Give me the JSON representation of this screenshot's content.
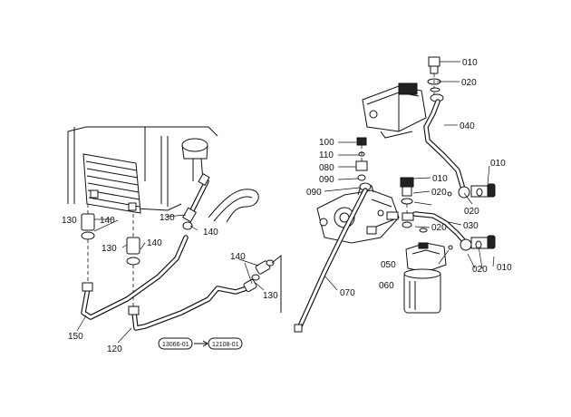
{
  "part_labels": {
    "p010a": "010",
    "p020a": "020",
    "p040": "040",
    "p100": "100",
    "p110": "110",
    "p080": "080",
    "p090a": "090",
    "p090b": "090",
    "p010b": "010",
    "p010c": "010",
    "p020b": "020",
    "p020c": "020",
    "p020d": "020",
    "p030": "030",
    "p050": "050",
    "p060": "060",
    "p020e": "020",
    "p010d": "010",
    "p070": "070",
    "p130a": "130",
    "p140a": "140",
    "p130b": "130",
    "p140b": "140",
    "p130c": "130",
    "p140c": "140",
    "p140d": "140",
    "p130d": "130",
    "p150": "150",
    "p120": "120"
  },
  "serial_range": {
    "from": "13066-01",
    "to": "12108-01"
  }
}
